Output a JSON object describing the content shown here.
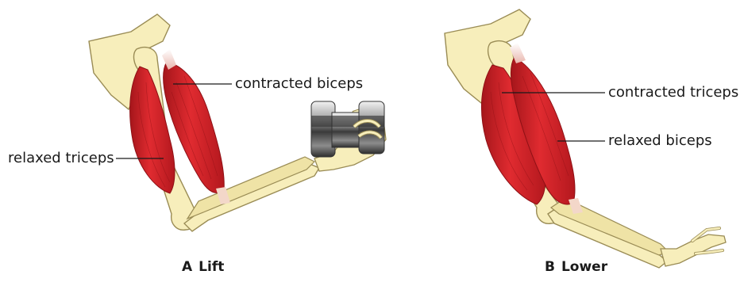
{
  "panels": [
    {
      "letter": "A",
      "title": "Lift",
      "labels": {
        "upper": "contracted biceps",
        "lower": "relaxed triceps"
      }
    },
    {
      "letter": "B",
      "title": "Lower",
      "labels": {
        "upper": "contracted triceps",
        "lower": "relaxed biceps"
      }
    }
  ],
  "colors": {
    "bone": "#f7eebb",
    "bone_stroke": "#9a8c55",
    "muscle": "#d8232a",
    "muscle_dark": "#a5161b",
    "tendon": "#f3d7c9",
    "weight_light": "#d9d9d9",
    "weight_dark": "#3c3c3c",
    "leader": "#1a1a1a"
  }
}
